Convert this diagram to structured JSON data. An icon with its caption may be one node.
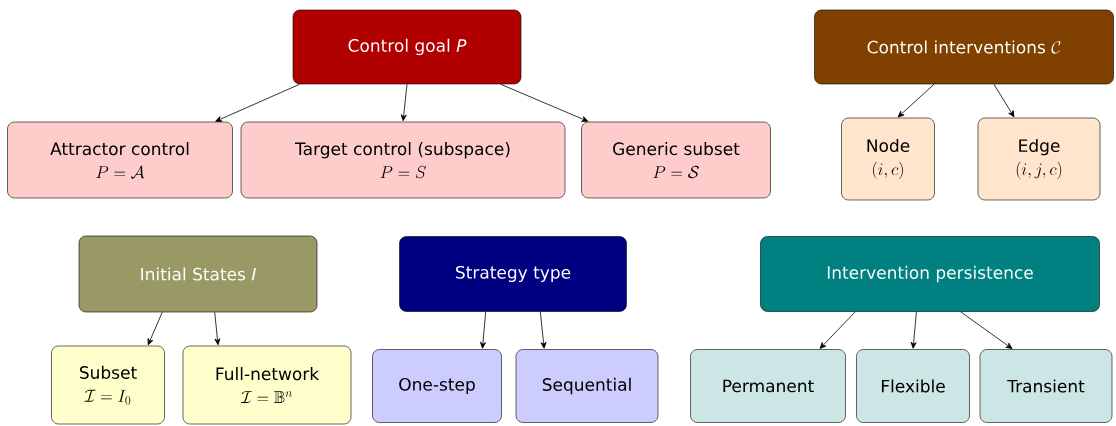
{
  "diagram": {
    "nodes": [
      {
        "text": [
          "Control goal *P*"
        ]
      },
      {
        "text": [
          "Attractor control",
          "P = \\mathcal{A}"
        ]
      },
      {
        "text": [
          "Target control (subspace)",
          "P = S"
        ]
      },
      {
        "text": [
          "Generic subset",
          "P = \\mathcal{S}"
        ]
      },
      {
        "text": [
          "Control interventions",
          "\\mathcal{C}"
        ]
      },
      {
        "text": [
          "Node",
          "(i,c)"
        ]
      },
      {
        "text": [
          "Edge",
          "(i,j,c)"
        ]
      },
      {
        "text": [
          "Initial States *I*"
        ]
      },
      {
        "text": [
          "Subset",
          "\\mathcal{I} = I_0"
        ]
      },
      {
        "text": [
          "Full-network",
          "\\mathcal{I} = \\mathbb{B}^n"
        ]
      },
      {
        "text": [
          "Strategy type"
        ]
      },
      {
        "text": [
          "One-step"
        ]
      },
      {
        "text": [
          "Sequential"
        ]
      },
      {
        "text": [
          "Intervention persistence"
        ]
      },
      {
        "text": [
          "Permanent"
        ]
      },
      {
        "text": [
          "Flexible"
        ]
      },
      {
        "text": [
          "Transient"
        ]
      }
    ],
    "edges": [
      {
        "from": 0,
        "to": 1,
        "arrow": "to"
      },
      {
        "from": 0,
        "to": 2,
        "arrow": "to"
      },
      {
        "from": 0,
        "to": 3,
        "arrow": "to"
      },
      {
        "from": 4,
        "to": 5,
        "arrow": "to"
      },
      {
        "from": 4,
        "to": 6,
        "arrow": "to"
      },
      {
        "from": 7,
        "to": 8,
        "arrow": "to"
      },
      {
        "from": 7,
        "to": 9,
        "arrow": "to"
      },
      {
        "from": 10,
        "to": 11,
        "arrow": "to"
      },
      {
        "from": 10,
        "to": 12,
        "arrow": "to"
      },
      {
        "from": 13,
        "to": 14,
        "arrow": "to"
      },
      {
        "from": 13,
        "to": 15,
        "arrow": "to"
      },
      {
        "from": 13,
        "to": 16,
        "arrow": "to"
      }
    ]
  }
}
